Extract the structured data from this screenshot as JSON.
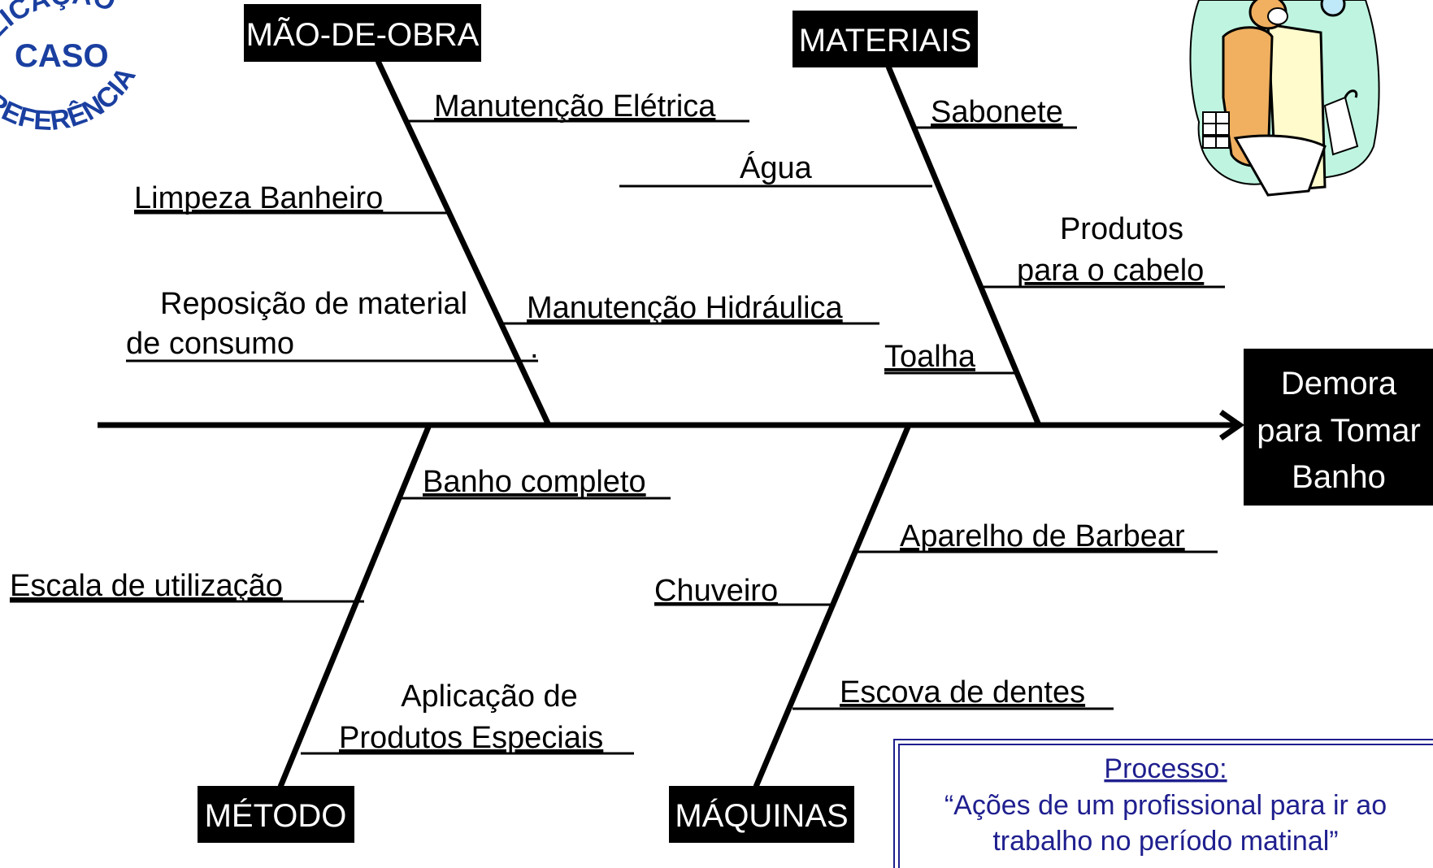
{
  "stamp": {
    "top": "APLICAÇÃO",
    "middle": "CASO",
    "bottom": "REFERÊNCIA"
  },
  "effect": {
    "lines": [
      "Demora",
      "para Tomar",
      "Banho"
    ]
  },
  "categories": {
    "mao_de_obra": "MÃO-DE-OBRA",
    "materiais": "MATERIAIS",
    "metodo": "MÉTODO",
    "maquinas": "MÁQUINAS"
  },
  "causes": {
    "manutencao_eletrica": "Manutenção Elétrica",
    "limpeza_banheiro": "Limpeza Banheiro",
    "reposicao_line1": "Reposição de material",
    "reposicao_line2": "de consumo",
    "manutencao_hidraulica": "Manutenção Hidráulica",
    "hidraulica_dot": ".",
    "sabonete": "Sabonete",
    "agua": "Água",
    "produtos_line1": "Produtos",
    "produtos_line2": "para o cabelo",
    "toalha": "Toalha",
    "banho_completo": "Banho completo",
    "escala": "Escala de utilização",
    "aplicacao_line1": "Aplicação de",
    "aplicacao_line2": "Produtos Especiais",
    "aparelho": "Aparelho de Barbear",
    "chuveiro": "Chuveiro",
    "escova": "Escova de dentes"
  },
  "process": {
    "title": "Processo:",
    "line1": "“Ações de um profissional para ir ao",
    "line2": "trabalho no período matinal”"
  },
  "colors": {
    "black": "#000000",
    "process_navy": "#1f1f8f",
    "stamp_blue": "#1a3fa0",
    "clipart_mint": "#bff5e0",
    "clipart_skin": "#f0b060",
    "clipart_towel": "#fffbcc"
  },
  "icons": {
    "stamp": "aplicacao-caso-referencia-stamp",
    "clipart": "man-shaving-clipart"
  }
}
